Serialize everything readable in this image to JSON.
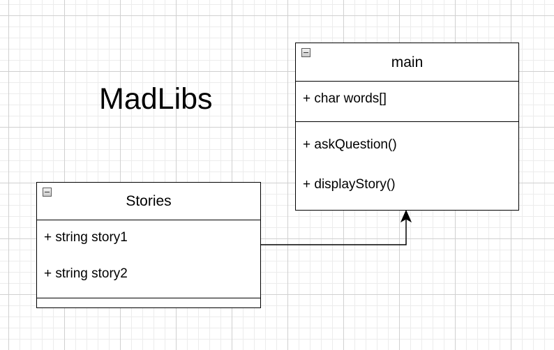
{
  "diagram": {
    "title": "MadLibs"
  },
  "classes": {
    "main": {
      "name": "main",
      "attributes": [
        "+ char words[]"
      ],
      "operations": [
        "+ askQuestion()",
        "+ displayStory()"
      ]
    },
    "stories": {
      "name": "Stories",
      "attributes": [
        "+ string story1",
        "+ string story2"
      ],
      "operations": []
    }
  },
  "colors": {
    "line": "#000000",
    "grid_major": "#d0d0d0",
    "grid_minor": "#ececec",
    "background": "#ffffff"
  }
}
